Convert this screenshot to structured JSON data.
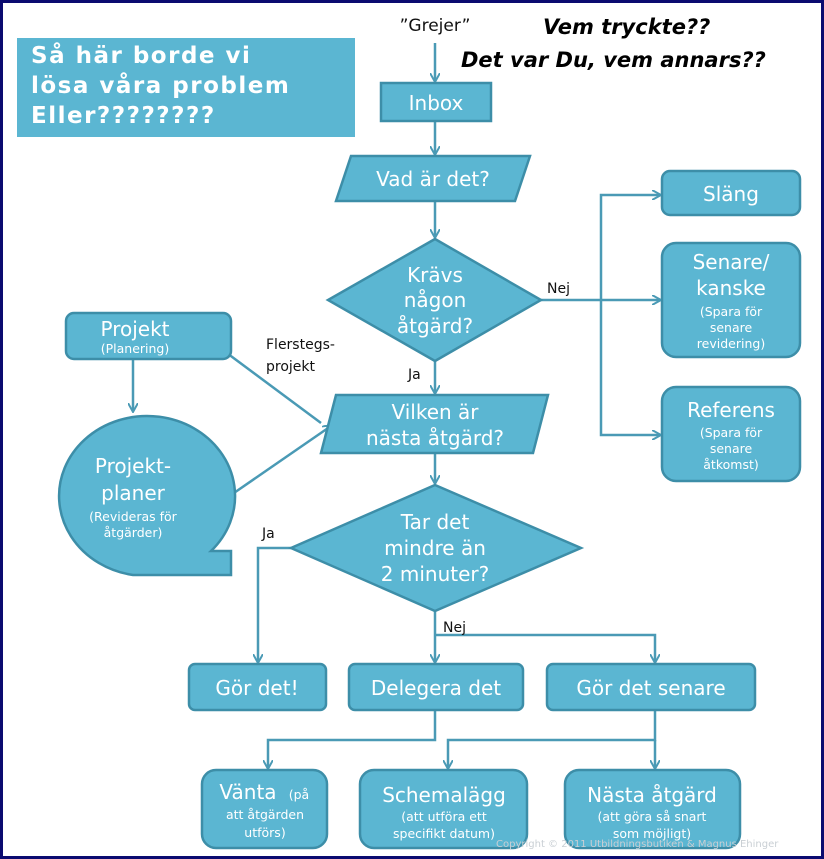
{
  "note": {
    "lines": [
      "Så här borde vi",
      "lösa våra problem",
      "Eller????????"
    ]
  },
  "shout": {
    "line1": "Vem tryckte??",
    "line2": "Det var Du, vem annars??"
  },
  "flow": {
    "start": "”Grejer”",
    "inbox": "Inbox",
    "what": "Vad är det?",
    "action_q": [
      "Krävs",
      "någon",
      "åtgärd?"
    ],
    "no1": "Nej",
    "yes1": "Ja",
    "trash": "Släng",
    "later": {
      "title": [
        "Senare/",
        "kanske"
      ],
      "sub": [
        "(Spara för",
        "senare",
        "revidering)"
      ]
    },
    "reference": {
      "title": "Referens",
      "sub": [
        "(Spara för",
        "senare",
        "åtkomst)"
      ]
    },
    "project": {
      "title": "Projekt",
      "sub": "(Planering)"
    },
    "multistep": [
      "Flerstegs-",
      "projekt"
    ],
    "plans": {
      "title": [
        "Projekt-",
        "planer"
      ],
      "sub": [
        "(Revideras för",
        "åtgärder)"
      ]
    },
    "next_action": [
      "Vilken är",
      "nästa åtgärd?"
    ],
    "two_min": [
      "Tar det",
      "mindre än",
      "2 minuter?"
    ],
    "yes2": "Ja",
    "no2": "Nej",
    "do_it": "Gör det!",
    "delegate": "Delegera det",
    "defer": "Gör det senare",
    "wait": {
      "title": "Vänta",
      "title_suffix": "(på",
      "sub": [
        "att åtgärden",
        "utförs)"
      ]
    },
    "schedule": {
      "title": "Schemalägg",
      "sub": [
        "(att utföra ett",
        "specifikt datum)"
      ]
    },
    "next": {
      "title": "Nästa åtgärd",
      "sub": [
        "(att göra så snart",
        "som möjligt)"
      ]
    }
  },
  "copyright": "Copyright © 2011 Utbildningsbutiken & Magnus Ehinger",
  "colors": {
    "shape": "#5bb6d2",
    "border": "#0b0b70"
  }
}
